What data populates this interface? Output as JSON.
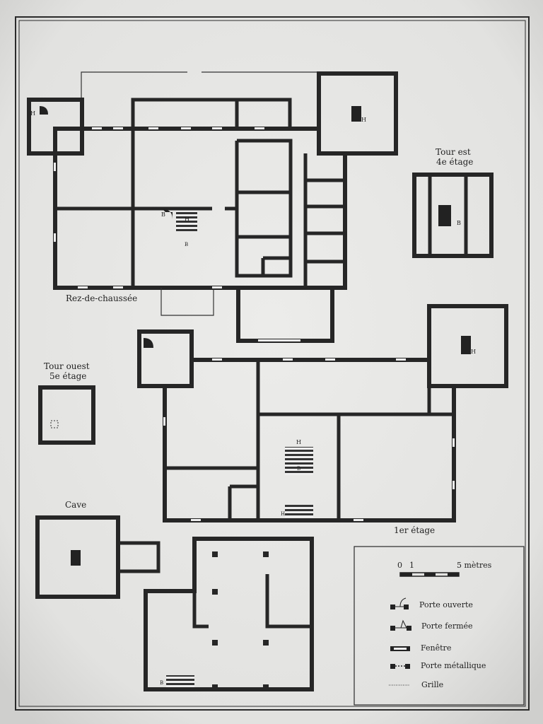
{
  "labels": {
    "ground_floor": "Rez-de-chaussée",
    "first_floor": "1er étage",
    "west_tower_line1": "Tour ouest",
    "west_tower_line2": "5e étage",
    "east_tower_line1": "Tour est",
    "east_tower_line2": "4e étage",
    "cellar": "Cave"
  },
  "stair_marks": {
    "up": "H",
    "down": "B"
  },
  "legend": {
    "scale_zero": "0",
    "scale_one": "1",
    "scale_five": "5 mètres",
    "items": [
      {
        "name": "open-door",
        "label": "Porte ouverte"
      },
      {
        "name": "closed-door",
        "label": "Porte fermée"
      },
      {
        "name": "window",
        "label": "Fenêtre"
      },
      {
        "name": "metal-door",
        "label": "Porte métallique"
      },
      {
        "name": "grille",
        "label": "Grille"
      }
    ]
  },
  "colors": {
    "paper": "#e9e9e7",
    "wall": "#262626",
    "frame": "#2a2a2a"
  }
}
